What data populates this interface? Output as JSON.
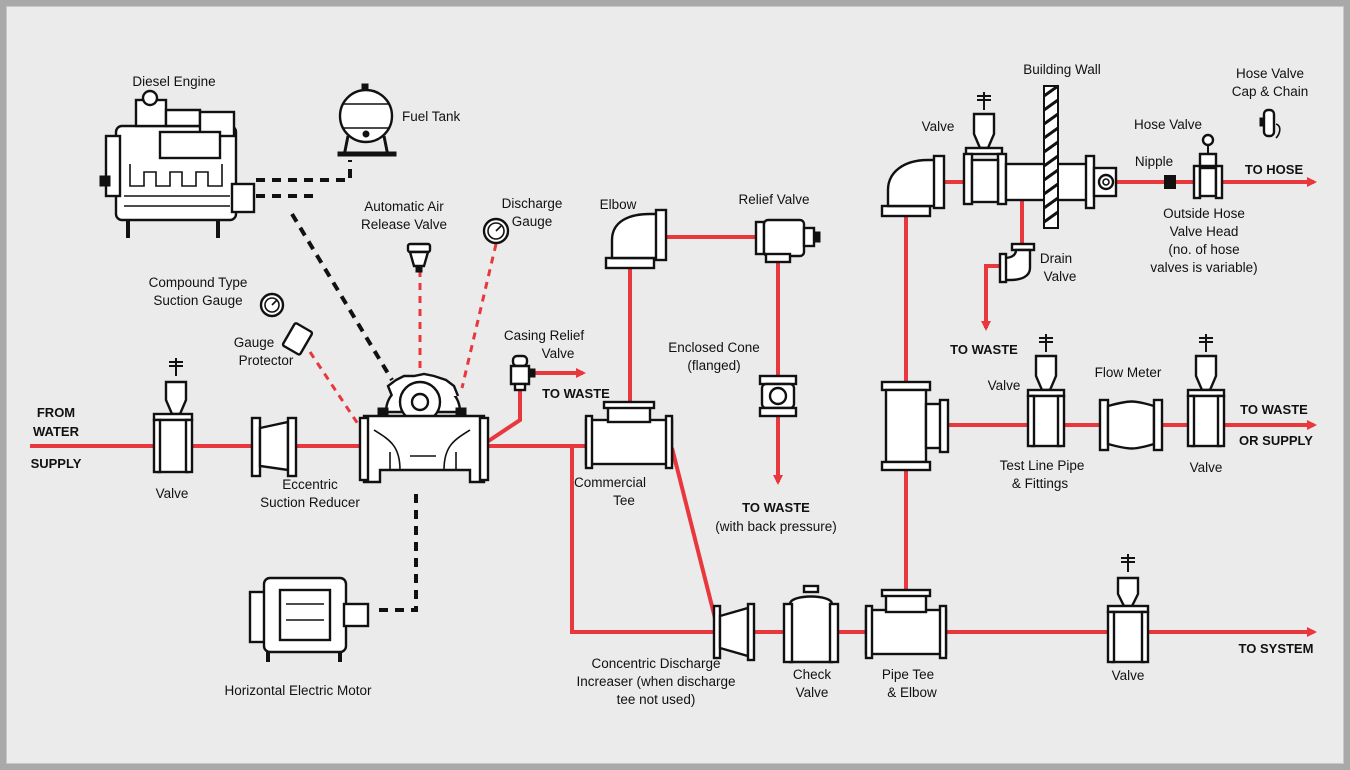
{
  "colors": {
    "pipe": "#e8383d",
    "background": "#ebebeb",
    "border": "#a9a9a9",
    "line": "#111111"
  },
  "labels": {
    "diesel_engine": "Diesel Engine",
    "fuel_tank": "Fuel Tank",
    "auto_air_valve": [
      "Automatic Air",
      "Release Valve"
    ],
    "discharge_gauge": [
      "Discharge",
      "Gauge"
    ],
    "compound_gauge": [
      "Compound Type",
      "Suction Gauge"
    ],
    "gauge_protector": [
      "Gauge",
      "Protector"
    ],
    "casing_relief_valve": [
      "Casing Relief",
      "Valve"
    ],
    "from_water_supply": [
      "FROM",
      "WATER",
      "SUPPLY"
    ],
    "valve_supply": "Valve",
    "eccentric_reducer": [
      "Eccentric",
      "Suction Reducer"
    ],
    "to_waste_casing": "TO WASTE",
    "elbow": "Elbow",
    "relief_valve": "Relief Valve",
    "enclosed_cone": [
      "Enclosed Cone",
      "(flanged)"
    ],
    "commercial_tee": [
      "Commercial",
      "Tee"
    ],
    "to_waste_back_pressure": [
      "TO WASTE",
      "(with back pressure)"
    ],
    "horizontal_motor": "Horizontal Electric Motor",
    "concentric_increaser": [
      "Concentric Discharge",
      "Increaser (when discharge",
      "tee not used)"
    ],
    "check_valve": [
      "Check",
      "Valve"
    ],
    "pipe_tee_elbow": [
      "Pipe Tee",
      "& Elbow"
    ],
    "valve_system": "Valve",
    "to_system": "TO SYSTEM",
    "building_wall": "Building Wall",
    "hose_valve_cap": [
      "Hose Valve",
      "Cap & Chain"
    ],
    "valve_header": "Valve",
    "hose_valve": "Hose Valve",
    "nipple": "Nipple",
    "to_hose": "TO HOSE",
    "outside_hose_head": [
      "Outside Hose",
      "Valve Head",
      "(no. of hose",
      "valves is variable)"
    ],
    "drain_valve": [
      "Drain",
      "Valve"
    ],
    "to_waste_drain": "TO WASTE",
    "valve_test_left": "Valve",
    "flow_meter": "Flow Meter",
    "to_waste_or_supply": [
      "TO WASTE",
      "OR SUPPLY"
    ],
    "test_line": [
      "Test Line Pipe",
      "& Fittings"
    ],
    "valve_test_right": "Valve"
  }
}
